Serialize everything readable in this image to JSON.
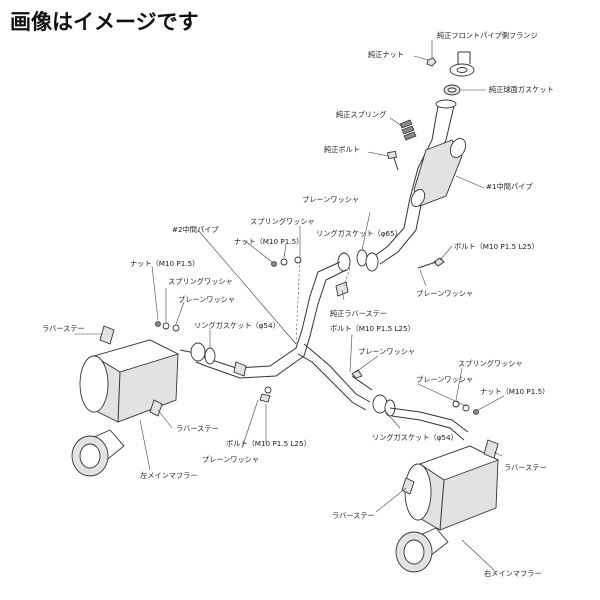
{
  "title": "画像はイメージです",
  "labels": {
    "front_pipe_flange": "純正フロントパイプ側フランジ",
    "stock_nut": "純正ナット",
    "stock_ball_gasket": "純正球面ガスケット",
    "stock_spring": "純正スプリング",
    "stock_bolt": "純正ボルト",
    "mid_pipe_1": "#1中間パイプ",
    "plain_washer_1": "プレーンワッシャ",
    "spring_washer_1": "スプリングワッシャ",
    "mid_pipe_2": "#2中間パイプ",
    "ring_gasket_65": "リングガスケット（φ65）",
    "nut_m10_1": "ナット（M10 P1.5）",
    "bolt_m10_l25_1": "ボルト（M10 P1.5 L25）",
    "plain_washer_2": "プレーンワッシャ",
    "nut_m10_2": "ナット（M10 P1.5）",
    "spring_washer_2": "スプリングワッシャ",
    "plain_washer_3": "プレーンワッシャ",
    "stock_rubber_stay": "純正ラバーステー",
    "rubber_stay_1": "ラバーステー",
    "ring_gasket_54_1": "リングガスケット（φ54）",
    "bolt_m10_l25_2": "ボルト（M10 P1.5 L25）",
    "plain_washer_4": "プレーンワッシャ",
    "spring_washer_3": "スプリングワッシャ",
    "plain_washer_5": "プレーンワッシャ",
    "nut_m10_3": "ナット（M10 P1.5）",
    "rubber_stay_2": "ラバーステー",
    "bolt_m10_l25_3": "ボルト（M10 P1.5 L25）",
    "plain_washer_6": "プレーンワッシャ",
    "left_main_muffler": "左メインマフラー",
    "ring_gasket_54_2": "リングガスケット（φ54）",
    "rubber_stay_3": "ラバーステー",
    "rubber_stay_4": "ラバーステー",
    "right_main_muffler": "右メインマフラー"
  }
}
